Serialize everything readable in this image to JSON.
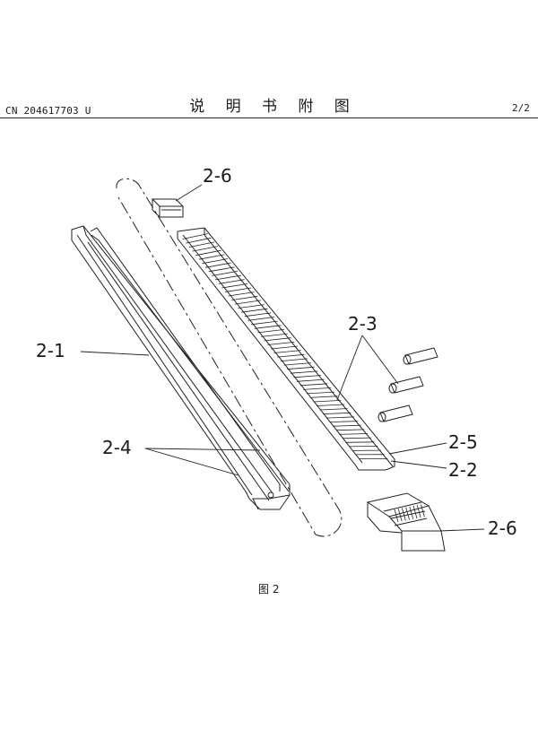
{
  "header": {
    "doc_number": "CN 204617703 U",
    "title": "说 明 书 附 图",
    "page": "2/2"
  },
  "figure": {
    "caption": "图 2",
    "labels": [
      "2-6",
      "2-1",
      "2-3",
      "2-4",
      "2-5",
      "2-2",
      "2-6"
    ]
  }
}
